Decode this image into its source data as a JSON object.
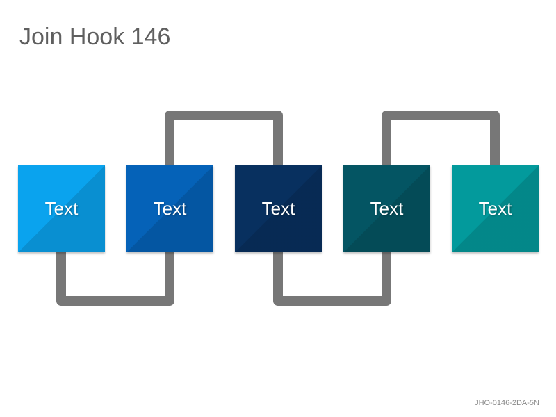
{
  "title": "Join Hook 146",
  "code": "JHO-0146-2DA-5N",
  "connector_color": "#777777",
  "boxes": [
    {
      "label": "Text",
      "color": "#0aa3ee"
    },
    {
      "label": "Text",
      "color": "#0562b8"
    },
    {
      "label": "Text",
      "color": "#08305f"
    },
    {
      "label": "Text",
      "color": "#045563"
    },
    {
      "label": "Text",
      "color": "#039a9c"
    }
  ]
}
